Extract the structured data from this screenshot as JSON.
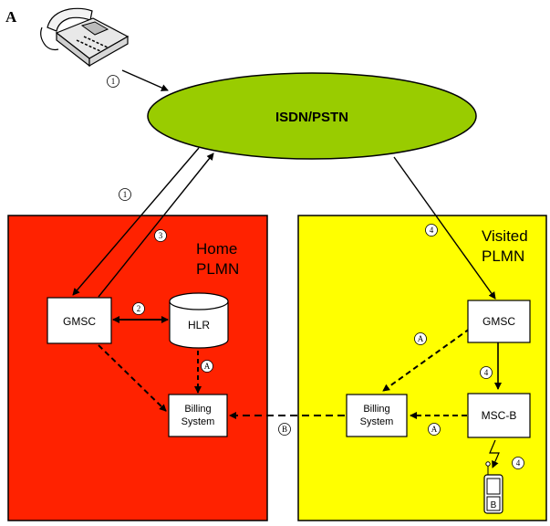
{
  "figure_label": "A",
  "cloud": {
    "label": "ISDN/PSTN",
    "fill": "#99cc00"
  },
  "home": {
    "title_line1": "Home",
    "title_line2": "PLMN",
    "fill": "#ff2200"
  },
  "visited": {
    "title_line1": "Visited",
    "title_line2": "PLMN",
    "fill": "#ffff00"
  },
  "nodes": {
    "home_gmsc": "GMSC",
    "hlr": "HLR",
    "home_billing_line1": "Billing",
    "home_billing_line2": "System",
    "visited_gmsc": "GMSC",
    "msc_b": "MSC-B",
    "visited_billing_line1": "Billing",
    "visited_billing_line2": "System",
    "mobile_label": "B"
  },
  "steps": {
    "phone_to_cloud": "1",
    "cloud_to_gmsc": "1",
    "gmsc_hlr": "2",
    "gmsc_to_cloud": "3",
    "cloud_to_visited": "4",
    "gmsc_to_msc": "4",
    "msc_to_mobile": "4",
    "hlr_billing": "A",
    "vgmsc_billing": "A",
    "msc_billing": "A",
    "inter_billing": "B"
  },
  "icons": {
    "telephone": "telephone-icon",
    "mobile": "mobile-phone-icon"
  }
}
